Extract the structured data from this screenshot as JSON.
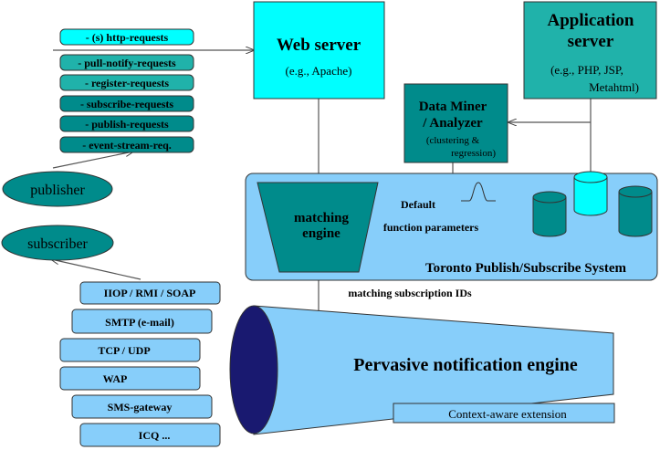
{
  "colors": {
    "cyan": "#00ffff",
    "teal_light": "#20b2aa",
    "teal_dark": "#008b8b",
    "pss_bg": "#87cefa",
    "protocol_bg": "#87cefa",
    "engine_dark": "#191970",
    "line": "#555555"
  },
  "request_items": [
    "- (s) http-requests",
    "- pull-notify-requests",
    "- register-requests",
    "- subscribe-requests",
    "- publish-requests",
    "- event-stream-req."
  ],
  "publisher_label": "publisher",
  "subscriber_label": "subscriber",
  "web_server": {
    "title": "Web server",
    "subtitle": "(e.g., Apache)"
  },
  "app_server": {
    "title_line1": "Application",
    "title_line2": "server",
    "sub_line1": "(e.g., PHP, JSP,",
    "sub_line2": "Metahtml)"
  },
  "data_miner": {
    "title_line1": "Data Miner",
    "title_line2": "/ Analyzer",
    "sub_line1": "(clustering &",
    "sub_line2": "regression)"
  },
  "pss": {
    "title": "Toronto Publish/Subscribe System",
    "engine_line1": "matching",
    "engine_line2": "engine",
    "default_label": "Default",
    "function_label": "function parameters"
  },
  "matching_ids_label": "matching subscription IDs",
  "protocols": [
    "IIOP / RMI / SOAP",
    "SMTP (e-mail)",
    "TCP / UDP",
    "WAP",
    "SMS-gateway",
    "ICQ ..."
  ],
  "notification": {
    "title": "Pervasive notification engine",
    "extension": "Context-aware extension"
  }
}
